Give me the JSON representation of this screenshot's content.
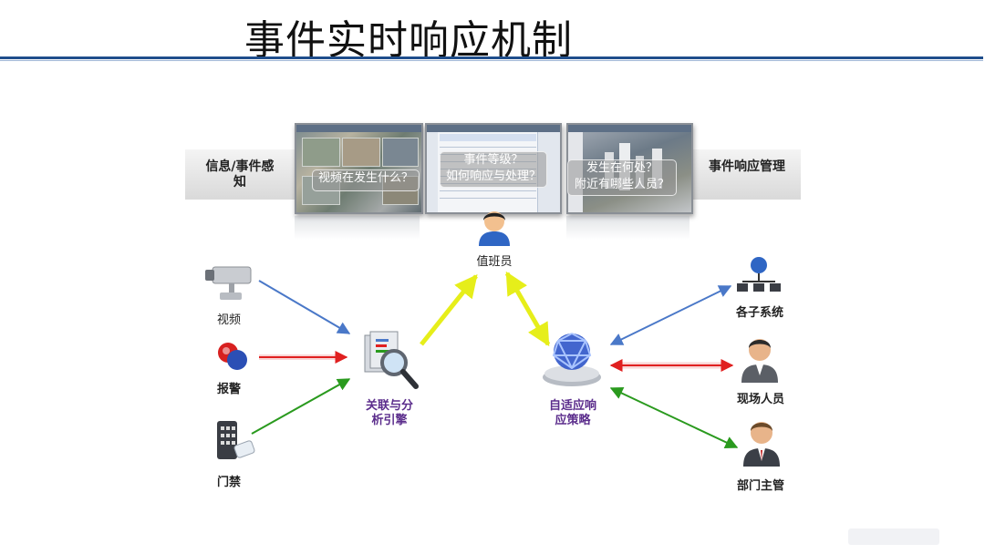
{
  "title": "事件实时响应机制",
  "bands": {
    "left": "信息/事件感知",
    "right": "事件响应管理"
  },
  "screenshots": {
    "video_question": "视频在发生什么？",
    "grade_question_1": "事件等级？",
    "grade_question_2": "如何响应与处理？",
    "location_question_1": "发生在何处？",
    "location_question_2": "附近有哪些人员？"
  },
  "nodes": {
    "operator": "值班员",
    "video": "视频",
    "alarm": "报警",
    "access": "门禁",
    "engine": "关联与分析引擎",
    "strategy": "自适应响应策略",
    "subsystems": "各子系统",
    "field_staff": "现场人员",
    "manager": "部门主管"
  },
  "colors": {
    "title_rule": "#1f4e8c",
    "blue_arrow": "#4a78c8",
    "red_arrow": "#e02020",
    "green_arrow": "#2a9a1e",
    "yellow_arrow": "#e6ee1a",
    "node_label": "#5b2d8c"
  },
  "icons": [
    "cctv-camera-icon",
    "alarm-button-icon",
    "access-keypad-icon",
    "magnifier-engine-icon",
    "network-globe-icon",
    "operator-person-icon",
    "network-computers-icon",
    "field-staff-person-icon",
    "manager-person-icon"
  ]
}
